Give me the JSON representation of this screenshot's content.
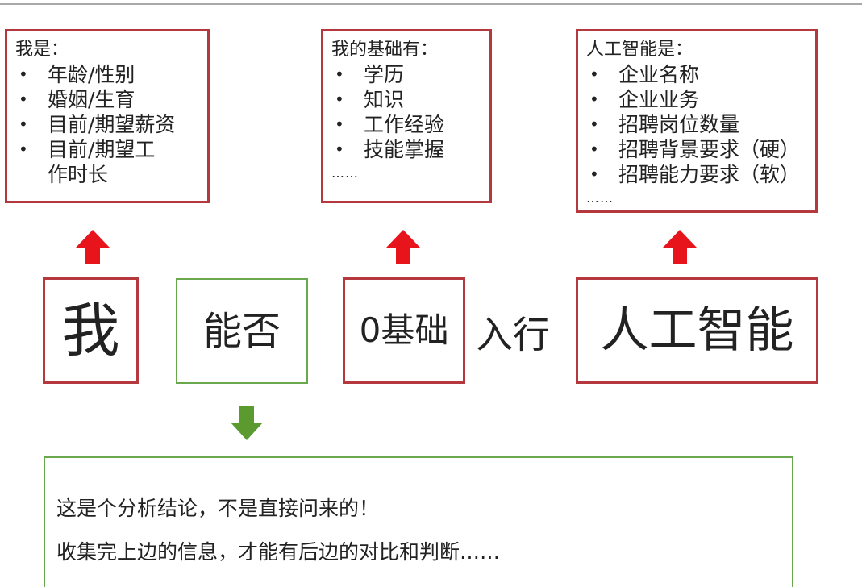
{
  "boxes": {
    "me": {
      "title": "我是：",
      "items": [
        "年龄/性别",
        "婚姻/生育",
        "目前/期望薪资",
        "目前/期望工作时长"
      ]
    },
    "foundation": {
      "title": "我的基础有：",
      "items": [
        "学历",
        "知识",
        "工作经验",
        "技能掌握"
      ],
      "ellipsis": "……"
    },
    "ai": {
      "title": "人工智能是：",
      "items": [
        "企业名称",
        "企业业务",
        "招聘岗位数量",
        "招聘背景要求（硬）",
        "招聘能力要求（软）"
      ],
      "ellipsis": "……"
    }
  },
  "sentence": {
    "w1": "我",
    "w2": "能否",
    "w3": "0基础",
    "w4": "入行",
    "w5": "人工智能"
  },
  "conclusion": {
    "line1": "这是个分析结论，不是直接问来的！",
    "line2": "收集完上边的信息，才能有后边的对比和判断……"
  },
  "colors": {
    "red_border": "#b5383e",
    "green_border": "#6aa84f",
    "red_arrow": "#e8141b",
    "green_arrow": "#5a9a2f"
  }
}
